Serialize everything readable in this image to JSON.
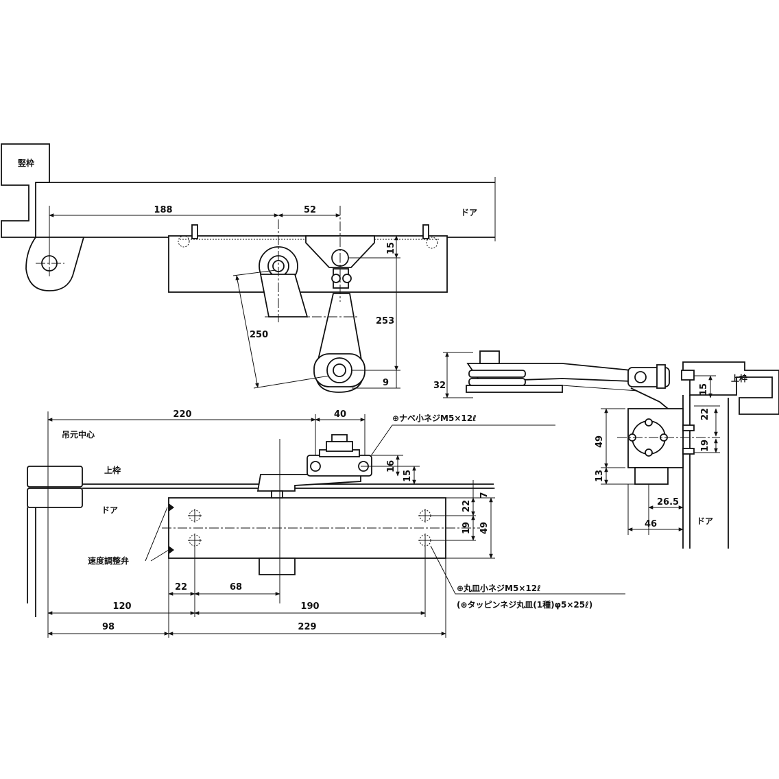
{
  "labels": {
    "jamb": "竪枠",
    "door_top": "ドア",
    "head_right": "上枠",
    "door_right": "ドア",
    "hinge_center": "吊元中心",
    "head_front": "上枠",
    "door_front": "ドア",
    "speed_valve": "速度調整弁",
    "screw_pan": "⊕ナベ小ネジM5×12ℓ",
    "screw_oval": "⊕丸皿小ネジM5×12ℓ",
    "screw_tapping": "(⊕タッピンネジ丸皿(1種)φ5×25ℓ)"
  },
  "dimensions": {
    "d188": "188",
    "d52": "52",
    "d15_top": "15",
    "d253": "253",
    "d250": "250",
    "d9": "9",
    "d32": "32",
    "d15_side": "15",
    "d22_side": "22",
    "d19_side": "19",
    "d49_side": "49",
    "d13_side": "13",
    "d26_5": "26.5",
    "d46": "46",
    "d220": "220",
    "d40": "40",
    "d16": "16",
    "d15_front": "15",
    "d7": "7",
    "d22_front": "22",
    "d19_front": "19",
    "d49_front": "49",
    "d22_bottom": "22",
    "d68": "68",
    "d120": "120",
    "d190": "190",
    "d98": "98",
    "d229": "229"
  }
}
